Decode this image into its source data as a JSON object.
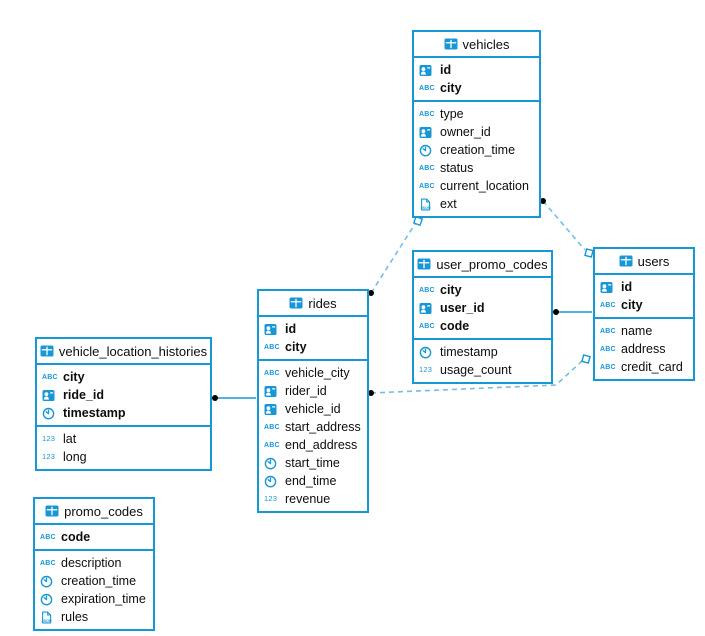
{
  "colors": {
    "accent": "#1897d6",
    "dashed_connector": "#74bde7",
    "dot": "#000000",
    "text": "#0d0d0d",
    "background": "#ffffff"
  },
  "tables": [
    {
      "name": "vehicles",
      "icon": "table-icon",
      "primary_key_columns": [
        {
          "name": "id",
          "type": "uuid",
          "icon": "id-icon"
        },
        {
          "name": "city",
          "type": "string",
          "icon": "abc-icon"
        }
      ],
      "columns": [
        {
          "name": "type",
          "type": "string",
          "icon": "abc-icon"
        },
        {
          "name": "owner_id",
          "type": "uuid",
          "icon": "id-icon"
        },
        {
          "name": "creation_time",
          "type": "timestamp",
          "icon": "clock-icon"
        },
        {
          "name": "status",
          "type": "string",
          "icon": "abc-icon"
        },
        {
          "name": "current_location",
          "type": "string",
          "icon": "abc-icon"
        },
        {
          "name": "ext",
          "type": "json",
          "icon": "json-icon"
        }
      ]
    },
    {
      "name": "user_promo_codes",
      "icon": "table-icon",
      "primary_key_columns": [
        {
          "name": "city",
          "type": "string",
          "icon": "abc-icon"
        },
        {
          "name": "user_id",
          "type": "uuid",
          "icon": "id-icon"
        },
        {
          "name": "code",
          "type": "string",
          "icon": "abc-icon"
        }
      ],
      "columns": [
        {
          "name": "timestamp",
          "type": "timestamp",
          "icon": "clock-icon"
        },
        {
          "name": "usage_count",
          "type": "int",
          "icon": "123-icon"
        }
      ]
    },
    {
      "name": "users",
      "icon": "table-icon",
      "primary_key_columns": [
        {
          "name": "id",
          "type": "uuid",
          "icon": "id-icon"
        },
        {
          "name": "city",
          "type": "string",
          "icon": "abc-icon"
        }
      ],
      "columns": [
        {
          "name": "name",
          "type": "string",
          "icon": "abc-icon"
        },
        {
          "name": "address",
          "type": "string",
          "icon": "abc-icon"
        },
        {
          "name": "credit_card",
          "type": "string",
          "icon": "abc-icon"
        }
      ]
    },
    {
      "name": "rides",
      "icon": "table-icon",
      "primary_key_columns": [
        {
          "name": "id",
          "type": "uuid",
          "icon": "id-icon"
        },
        {
          "name": "city",
          "type": "string",
          "icon": "abc-icon"
        }
      ],
      "columns": [
        {
          "name": "vehicle_city",
          "type": "string",
          "icon": "abc-icon"
        },
        {
          "name": "rider_id",
          "type": "uuid",
          "icon": "id-icon"
        },
        {
          "name": "vehicle_id",
          "type": "uuid",
          "icon": "id-icon"
        },
        {
          "name": "start_address",
          "type": "string",
          "icon": "abc-icon"
        },
        {
          "name": "end_address",
          "type": "string",
          "icon": "abc-icon"
        },
        {
          "name": "start_time",
          "type": "timestamp",
          "icon": "clock-icon"
        },
        {
          "name": "end_time",
          "type": "timestamp",
          "icon": "clock-icon"
        },
        {
          "name": "revenue",
          "type": "int",
          "icon": "123-icon"
        }
      ]
    },
    {
      "name": "vehicle_location_histories",
      "icon": "table-icon",
      "primary_key_columns": [
        {
          "name": "city",
          "type": "string",
          "icon": "abc-icon"
        },
        {
          "name": "ride_id",
          "type": "uuid",
          "icon": "id-icon"
        },
        {
          "name": "timestamp",
          "type": "timestamp",
          "icon": "clock-icon"
        }
      ],
      "columns": [
        {
          "name": "lat",
          "type": "int",
          "icon": "123-icon"
        },
        {
          "name": "long",
          "type": "int",
          "icon": "123-icon"
        }
      ]
    },
    {
      "name": "promo_codes",
      "icon": "table-icon",
      "primary_key_columns": [
        {
          "name": "code",
          "type": "string",
          "icon": "abc-icon"
        }
      ],
      "columns": [
        {
          "name": "description",
          "type": "string",
          "icon": "abc-icon"
        },
        {
          "name": "creation_time",
          "type": "timestamp",
          "icon": "clock-icon"
        },
        {
          "name": "expiration_time",
          "type": "timestamp",
          "icon": "clock-icon"
        },
        {
          "name": "rules",
          "type": "json",
          "icon": "json-icon"
        }
      ]
    }
  ],
  "connections": [
    {
      "from": "rides",
      "to": "vehicles",
      "from_marker": "dot",
      "to_marker": "diamond",
      "line": "dashed"
    },
    {
      "from": "vehicles",
      "to": "users",
      "from_marker": "dot",
      "to_marker": "diamond",
      "line": "dashed"
    },
    {
      "from": "rides",
      "to": "users",
      "from_marker": "dot",
      "to_marker": "diamond",
      "line": "dashed"
    },
    {
      "from": "user_promo_codes",
      "to": "users",
      "from_marker": "dot",
      "to_marker": "none",
      "line": "solid"
    },
    {
      "from": "vehicle_location_histories",
      "to": "rides",
      "from_marker": "dot",
      "to_marker": "none",
      "line": "solid"
    }
  ]
}
